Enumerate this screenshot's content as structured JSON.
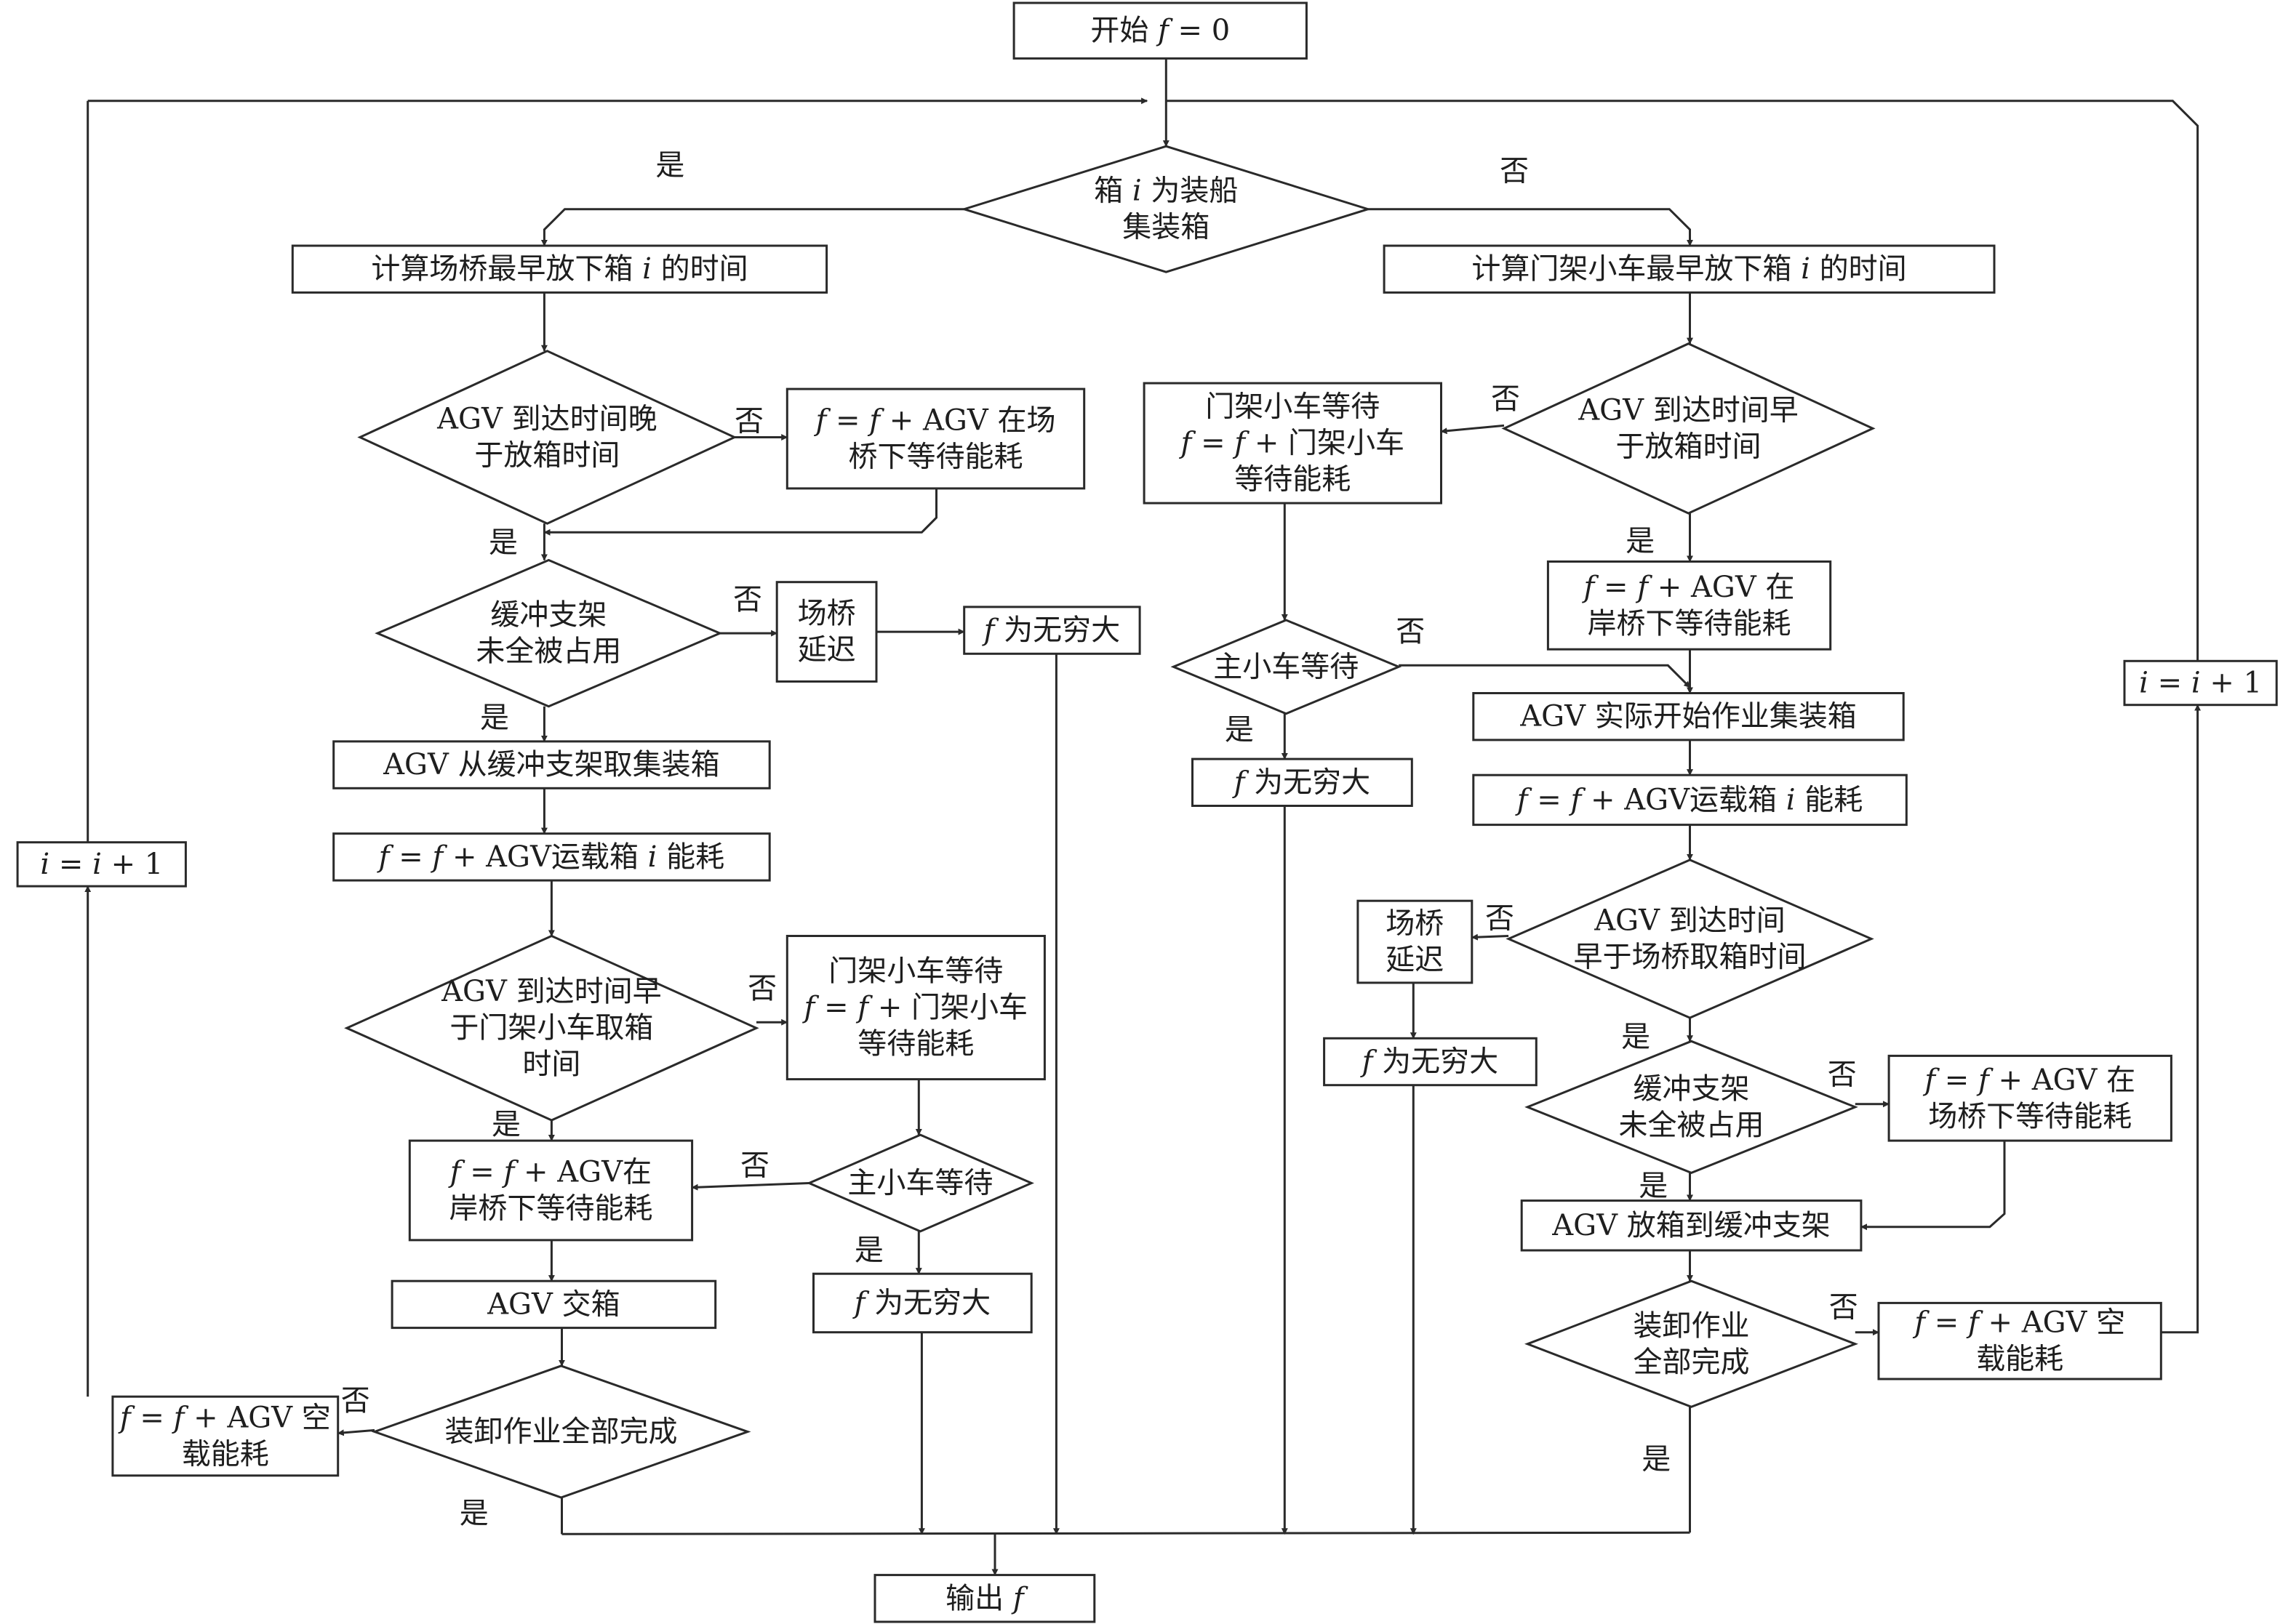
{
  "diagram": {
    "nodes": {
      "start": [
        "开始 𝑓 = 0"
      ],
      "d_ship": [
        "箱 𝑖 为装船",
        "集装箱"
      ],
      "calc_yard": [
        "计算场桥最早放下箱 𝑖 的时间"
      ],
      "calc_gantry": [
        "计算门架小车最早放下箱 𝑖 的时间"
      ],
      "L_d1": [
        "AGV 到达时间晚",
        "于放箱时间"
      ],
      "L_b1": [
        "𝑓 = 𝑓 + AGV 在场",
        "桥下等待能耗"
      ],
      "L_d2": [
        "缓冲支架",
        "未全被占用"
      ],
      "L_delay": [
        "场桥",
        "延迟"
      ],
      "L_inf1": [
        "𝑓 为无穷大"
      ],
      "L_take": [
        "AGV 从缓冲支架取集装箱"
      ],
      "L_trans": [
        "𝑓 = 𝑓 + AGV运载箱 𝑖 能耗"
      ],
      "L_d3": [
        "AGV 到达时间早",
        "于门架小车取箱",
        "时间"
      ],
      "L_gwait": [
        "门架小车等待",
        "𝑓 = 𝑓 + 门架小车",
        "等待能耗"
      ],
      "L_qwait": [
        "𝑓 = 𝑓 + AGV在",
        "岸桥下等待能耗"
      ],
      "L_d4": [
        "主小车等待"
      ],
      "L_inf2": [
        "𝑓 为无穷大"
      ],
      "L_hand": [
        "AGV 交箱"
      ],
      "L_d5": [
        "装卸作业全部完成"
      ],
      "L_empty": [
        "𝑓 = 𝑓 + AGV 空",
        "载能耗"
      ],
      "L_inc": [
        "𝑖 = 𝑖 + 1"
      ],
      "R_d1": [
        "AGV 到达时间早",
        "于放箱时间"
      ],
      "R_gwait": [
        "门架小车等待",
        "𝑓 = 𝑓 + 门架小车",
        "等待能耗"
      ],
      "R_qwait": [
        "𝑓 = 𝑓 + AGV 在",
        "岸桥下等待能耗"
      ],
      "R_d2": [
        "主小车等待"
      ],
      "R_inf1": [
        "𝑓 为无穷大"
      ],
      "R_start": [
        "AGV 实际开始作业集装箱"
      ],
      "R_trans": [
        "𝑓 = 𝑓 + AGV运载箱 𝑖 能耗"
      ],
      "R_d3": [
        "AGV 到达时间",
        "早于场桥取箱时间"
      ],
      "R_delay": [
        "场桥",
        "延迟"
      ],
      "R_inf2": [
        "𝑓 为无穷大"
      ],
      "R_d4": [
        "缓冲支架",
        "未全被占用"
      ],
      "R_ywait": [
        "𝑓 = 𝑓 + AGV 在",
        "场桥下等待能耗"
      ],
      "R_put": [
        "AGV 放箱到缓冲支架"
      ],
      "R_d5": [
        "装卸作业",
        "全部完成"
      ],
      "R_empty": [
        "𝑓 = 𝑓 + AGV 空",
        "载能耗"
      ],
      "R_inc": [
        "𝑖 = 𝑖 + 1"
      ],
      "output": [
        "输出 𝑓"
      ]
    },
    "edge_labels": {
      "ship_yes": "是",
      "ship_no": "否",
      "Ld1_no": "否",
      "Ld1_yes": "是",
      "Ld2_no": "否",
      "Ld2_yes": "是",
      "Ld3_no": "否",
      "Ld3_yes": "是",
      "Ld4_no": "否",
      "Ld4_yes": "是",
      "Ld5_no": "否",
      "Ld5_yes": "是",
      "Rd1_no": "否",
      "Rd1_yes": "是",
      "Rd2_no": "否",
      "Rd2_yes": "是",
      "Rd3_no": "否",
      "Rd3_yes": "是",
      "Rd4_no": "否",
      "Rd4_yes": "是",
      "Rd5_no": "否",
      "Rd5_yes": "是"
    }
  }
}
